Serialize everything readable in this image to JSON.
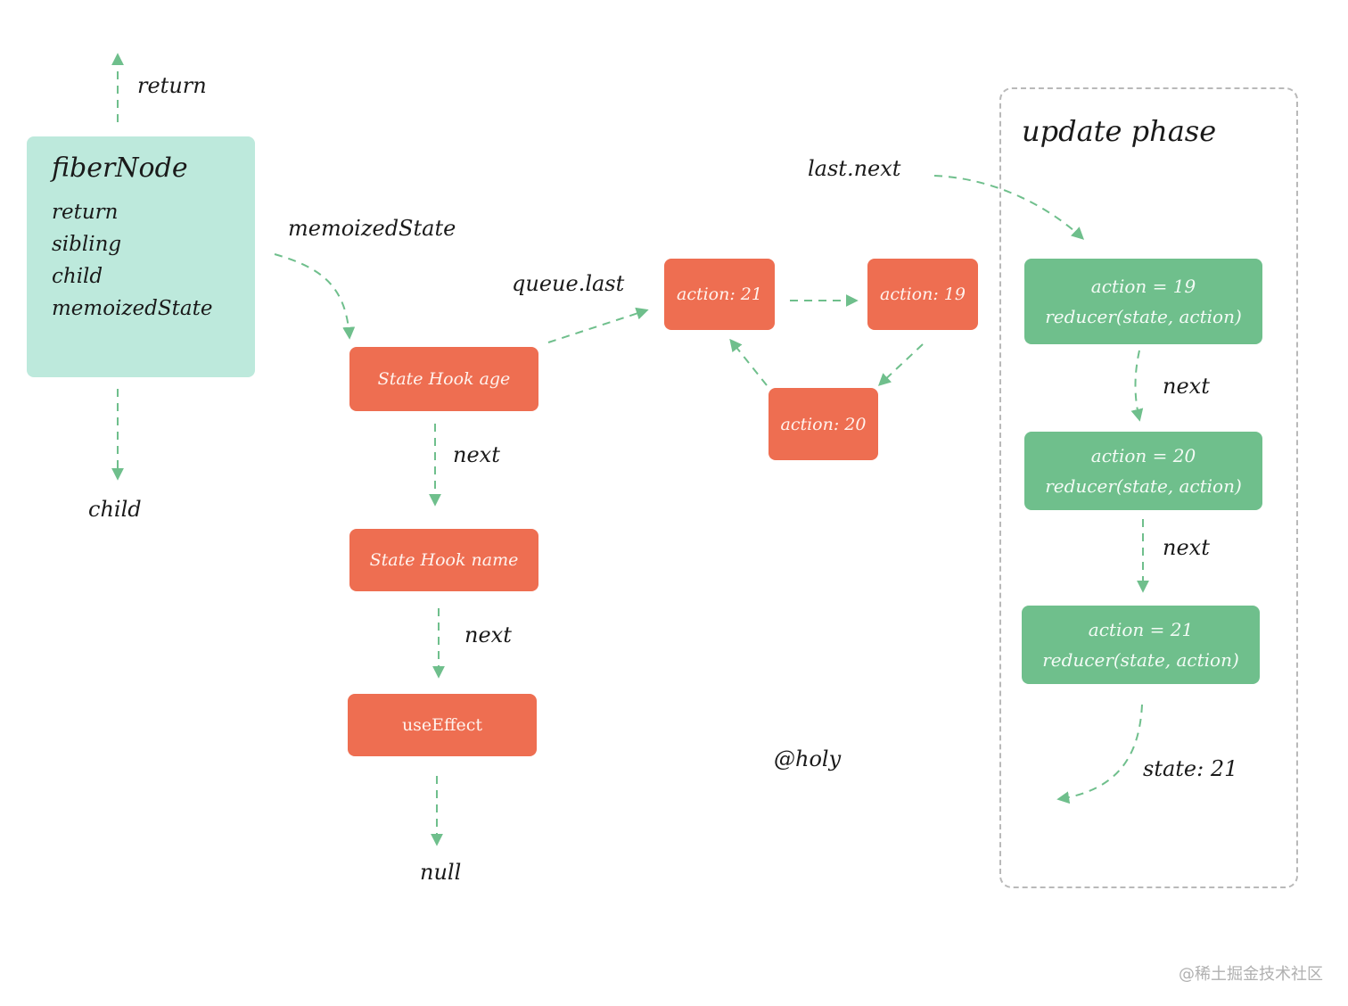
{
  "colors": {
    "fiber_fill": "#bde9dc",
    "hook_fill": "#ee6e51",
    "update_fill": "#6fbf8c",
    "arrow": "#6fbf8c",
    "frame": "#b9b9b9"
  },
  "fiber": {
    "title": "fiberNode",
    "fields": [
      "return",
      "sibling",
      "child",
      "memoizedState"
    ]
  },
  "labels": {
    "return": "return",
    "child": "child",
    "memoized_state": "memoizedState",
    "queue_last": "queue.last",
    "last_next": "last.next",
    "next_1": "next",
    "next_2": "next",
    "next_3": "next",
    "next_4": "next",
    "null": "null",
    "signature": "@holy",
    "state": "state: 21"
  },
  "hooks": {
    "age": "State Hook age",
    "name": "State Hook name",
    "effect": "useEffect"
  },
  "queue": {
    "a21": "action: 21",
    "a19": "action: 19",
    "a20": "action: 20"
  },
  "update_phase": {
    "title": "update phase",
    "steps": [
      {
        "action": "action = 19",
        "reducer": "reducer(state, action)"
      },
      {
        "action": "action = 20",
        "reducer": "reducer(state, action)"
      },
      {
        "action": "action = 21",
        "reducer": "reducer(state, action)"
      }
    ]
  },
  "watermark": "@稀土掘金技术社区"
}
